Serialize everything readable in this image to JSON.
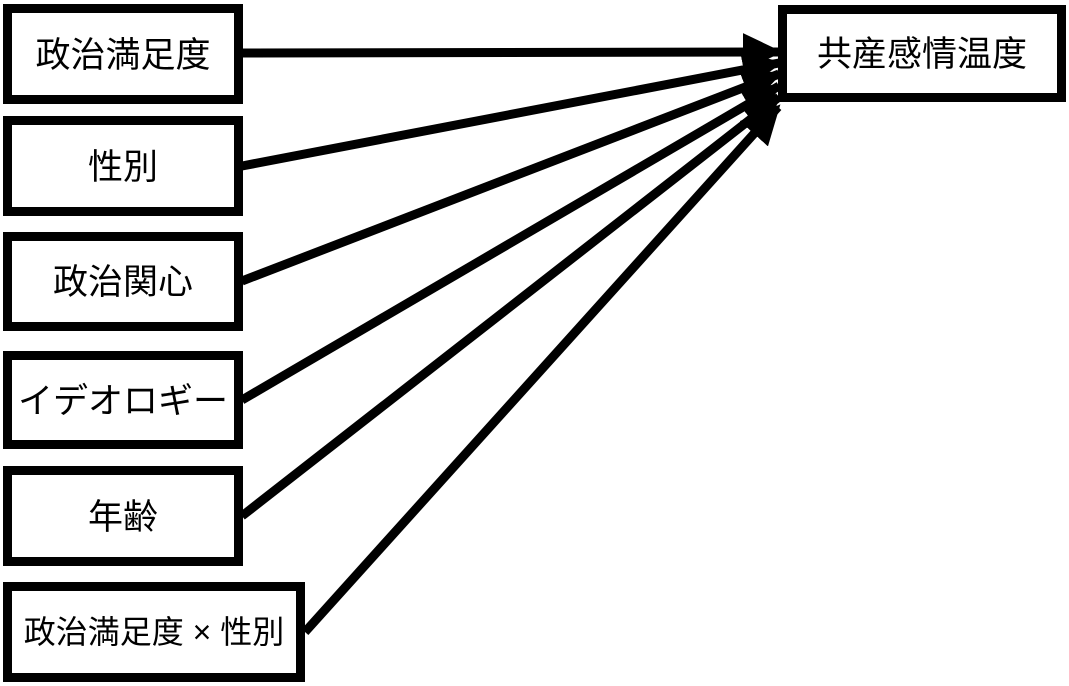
{
  "diagram": {
    "type": "path-model",
    "nodes": [
      {
        "id": "political-satisfaction",
        "label": "政治満足度"
      },
      {
        "id": "gender",
        "label": "性別"
      },
      {
        "id": "political-interest",
        "label": "政治関心"
      },
      {
        "id": "ideology",
        "label": "イデオロギー"
      },
      {
        "id": "age",
        "label": "年齢"
      },
      {
        "id": "satisfaction-x-gender",
        "label": "政治満足度 × 性別"
      },
      {
        "id": "communist-feeling-thermometer",
        "label": "共産感情温度"
      }
    ],
    "edges": [
      {
        "from": "政治満足度",
        "to": "共産感情温度"
      },
      {
        "from": "性別",
        "to": "共産感情温度"
      },
      {
        "from": "政治関心",
        "to": "共産感情温度"
      },
      {
        "from": "イデオロギー",
        "to": "共産感情温度"
      },
      {
        "from": "年齢",
        "to": "共産感情温度"
      },
      {
        "from": "政治満足度 × 性別",
        "to": "共産感情温度"
      }
    ],
    "colors": {
      "background": "#ffffff",
      "box_fill": "#ffffff",
      "box_border": "#000000",
      "arrow": "#000000"
    }
  }
}
